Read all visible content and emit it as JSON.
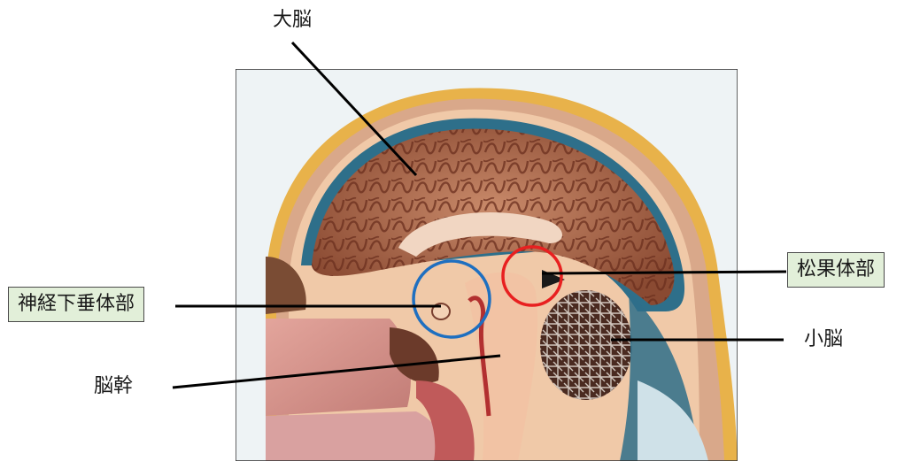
{
  "labels": {
    "cerebrum": "大脳",
    "pineal": "松果体部",
    "neurohypophysis": "神経下垂体部",
    "cerebellum": "小脳",
    "brainstem": "脳幹"
  },
  "highlights": {
    "pineal_circle_color": "#e82020",
    "neurohypophysis_circle_color": "#1e6fc0",
    "boxed_label_fill": "#e2efd9"
  }
}
